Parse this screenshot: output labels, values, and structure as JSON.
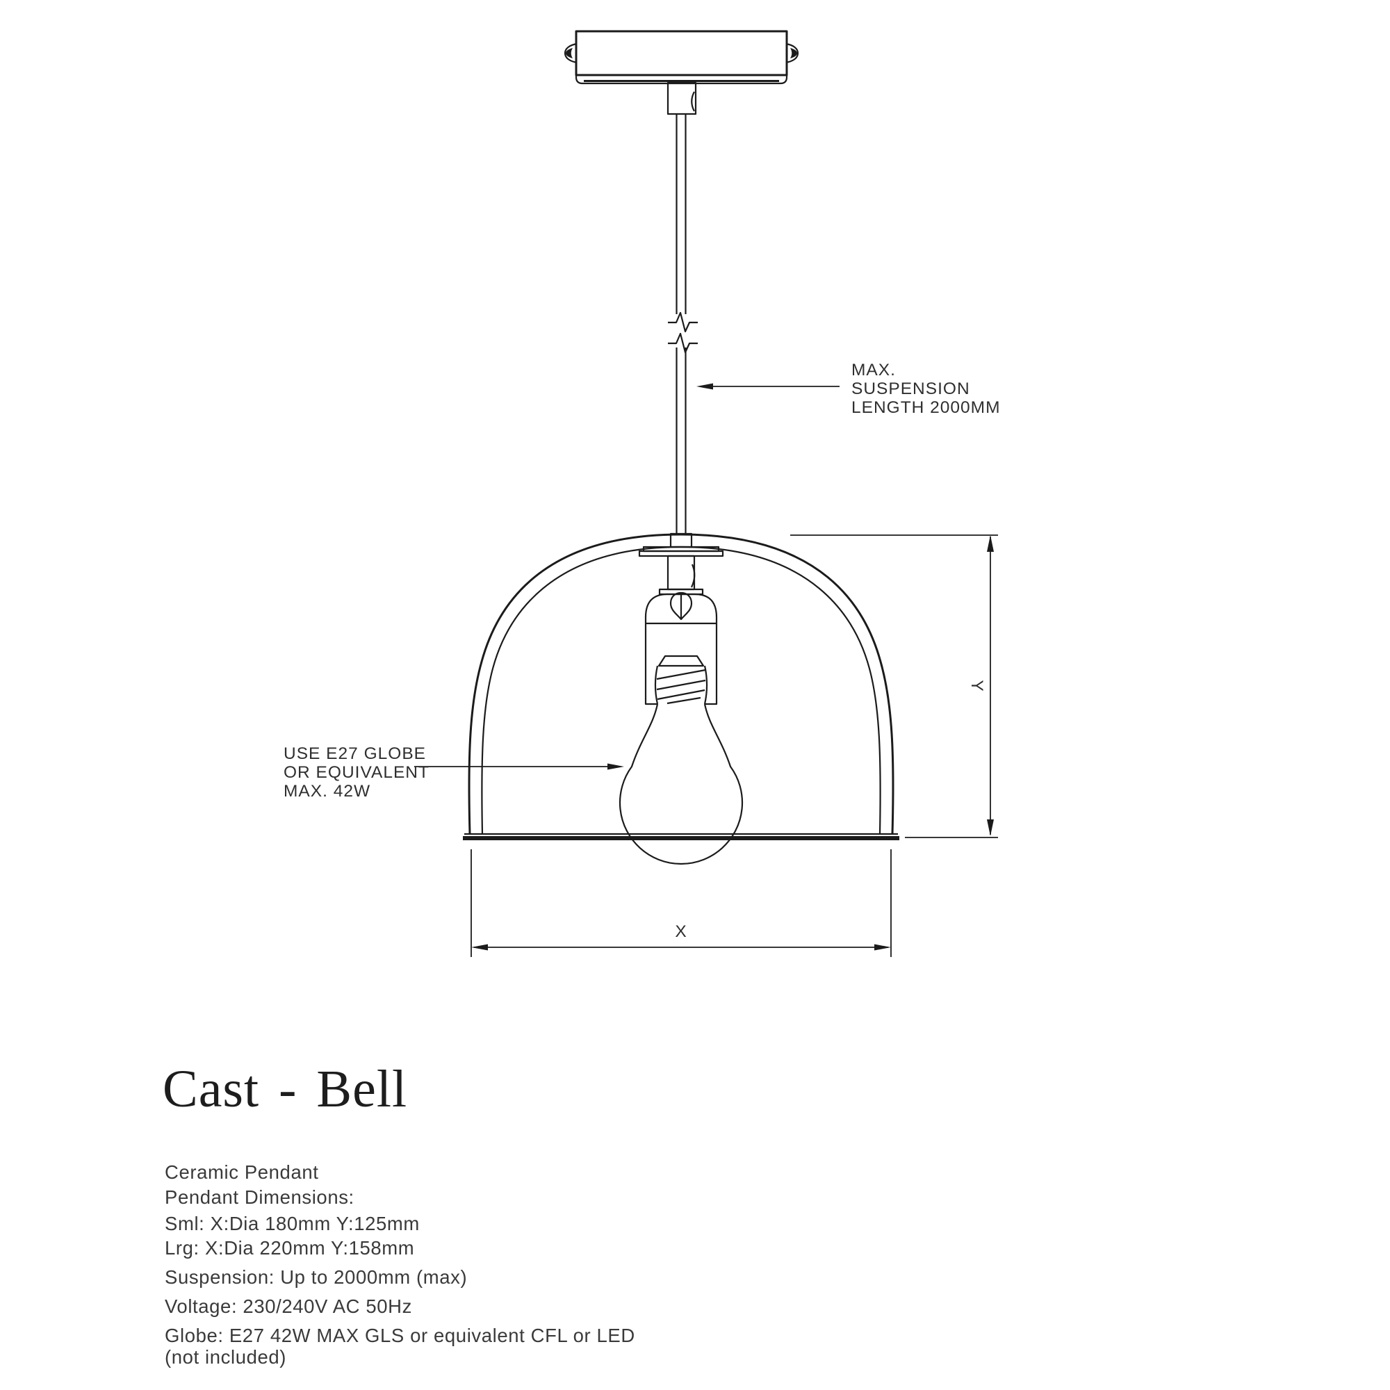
{
  "colors": {
    "background": "#ffffff",
    "line": "#1b1b1b",
    "annotation_text": "#2f2f2f",
    "body_text": "#3a3a3a",
    "title_text": "#1d1d1d"
  },
  "drawing": {
    "suspension_note": {
      "line1": "MAX.",
      "line2": "SUSPENSION",
      "line3": "LENGTH 2000MM"
    },
    "globe_note": {
      "line1": "USE E27 GLOBE",
      "line2": "OR EQUIVALENT",
      "line3": "MAX. 42W"
    },
    "dim_labels": {
      "x": "X",
      "y": "Y"
    }
  },
  "product": {
    "title": "Cast - Bell",
    "subtitle": "Ceramic Pendant",
    "specs": [
      "Pendant Dimensions:",
      "Sml: X:Dia 180mm Y:125mm",
      "Lrg: X:Dia 220mm Y:158mm",
      "Suspension: Up to 2000mm (max)",
      "Voltage: 230/240V AC 50Hz",
      "Globe: E27 42W MAX GLS or equivalent CFL or LED",
      "(not included)"
    ]
  }
}
